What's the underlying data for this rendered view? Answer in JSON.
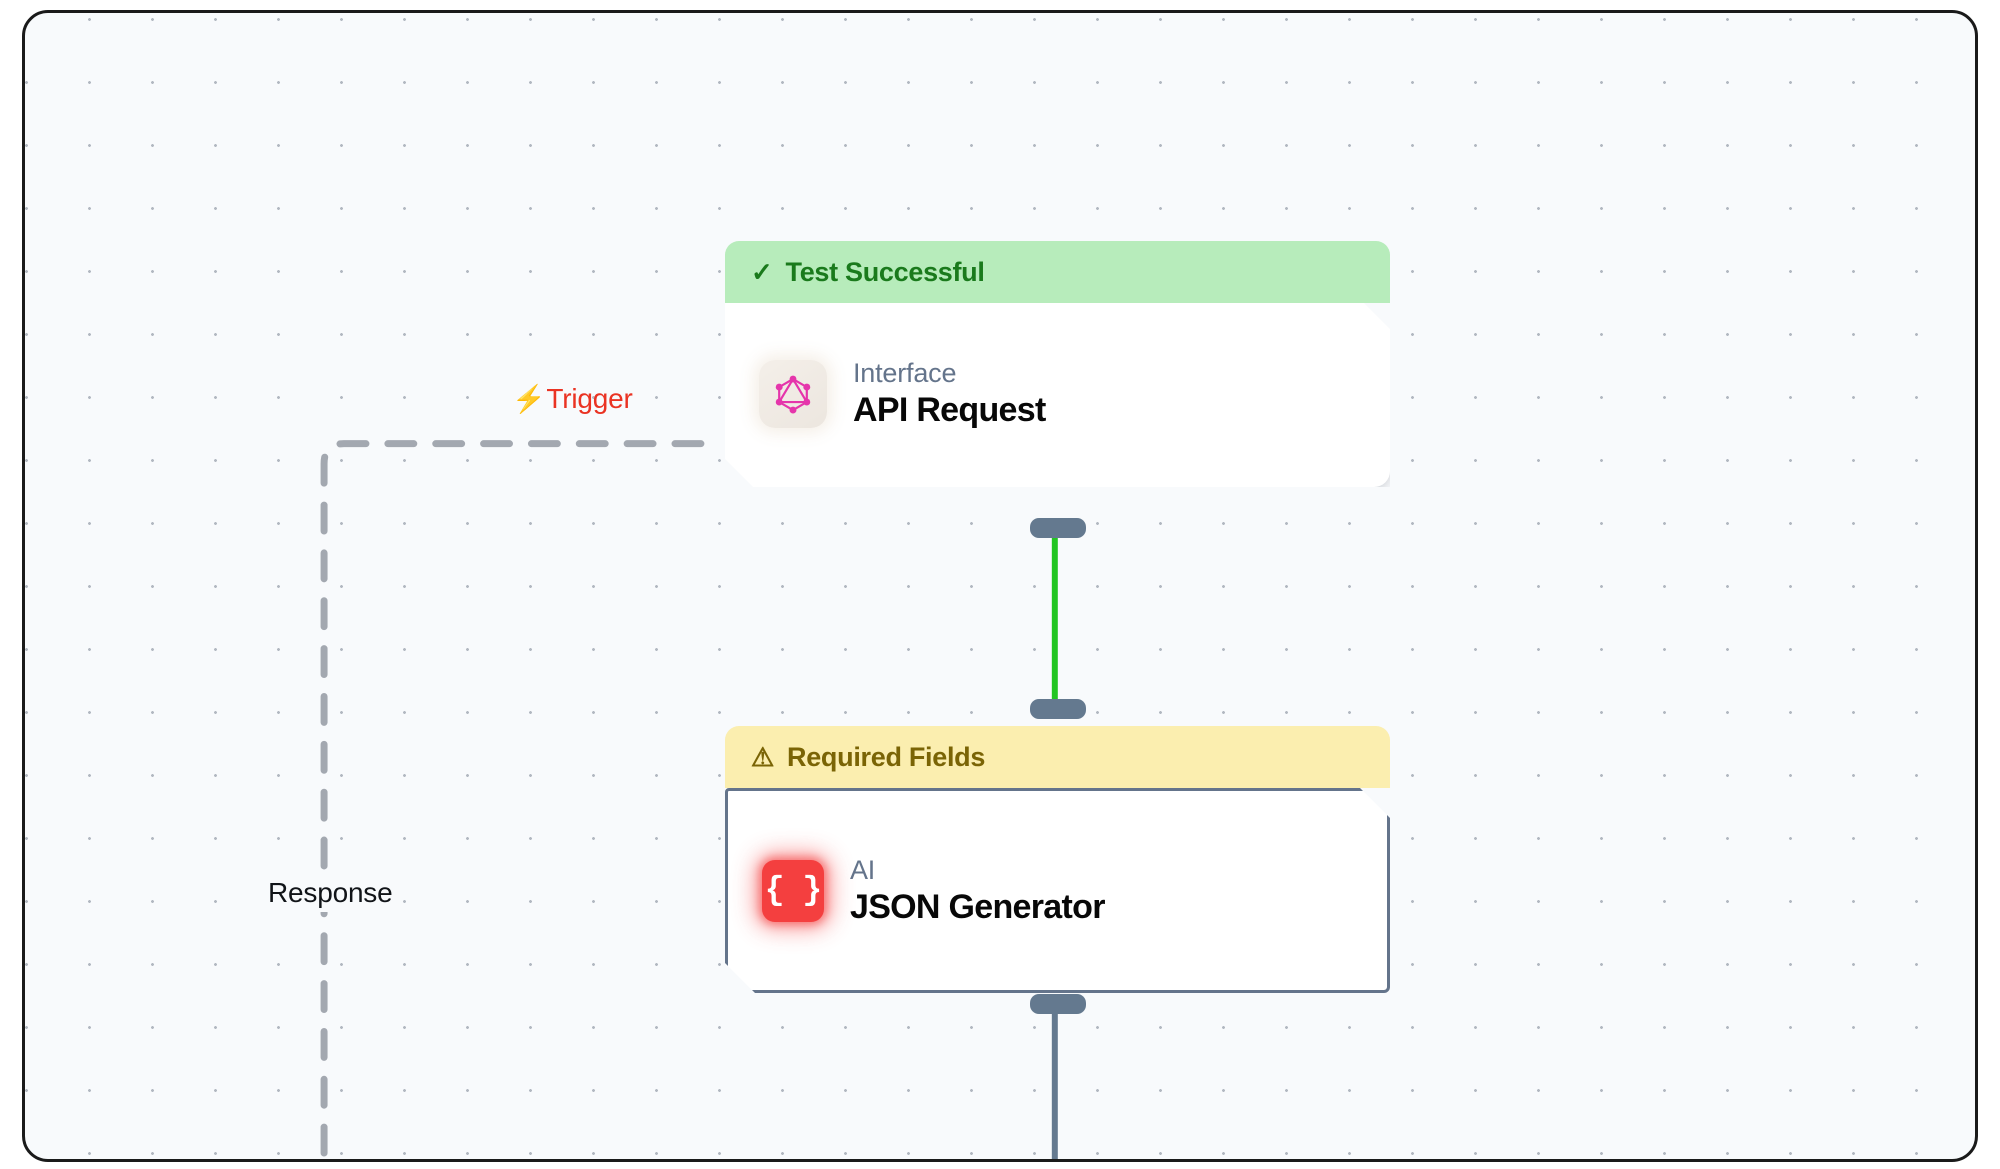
{
  "canvas": {
    "background_color": "#f8fafc",
    "grid": "dot-grid",
    "border_color": "#1a1a1a"
  },
  "edges": [
    {
      "name": "trigger-edge",
      "label": "Trigger",
      "icon": "lightning-bolt-icon",
      "icon_glyph": "⚡",
      "style": "dashed",
      "color": "#9ca3af",
      "label_color": "#ea3323"
    },
    {
      "name": "response-edge",
      "label": "Response",
      "style": "dashed",
      "color": "#9ca3af",
      "label_color": "#111418"
    },
    {
      "name": "api-to-json-edge",
      "label": "",
      "style": "solid",
      "color": "#22c522"
    },
    {
      "name": "json-output-edge",
      "label": "",
      "style": "solid",
      "color": "#64798f"
    }
  ],
  "nodes": [
    {
      "id": "api-request",
      "banner": {
        "label": "Test Successful",
        "icon": "check-icon",
        "icon_glyph": "✓",
        "status": "success",
        "bg_color": "#b7ecbb",
        "text_color": "#1a7a1c"
      },
      "icon": "graphql-icon",
      "category": "Interface",
      "title": "API Request"
    },
    {
      "id": "json-generator",
      "banner": {
        "label": "Required Fields",
        "icon": "warning-triangle-icon",
        "icon_glyph": "⚠",
        "status": "warning",
        "bg_color": "#fbeeaf",
        "text_color": "#7a6405"
      },
      "icon": "json-braces-icon",
      "icon_glyph": "{ }",
      "category": "AI",
      "title": "JSON Generator"
    }
  ]
}
